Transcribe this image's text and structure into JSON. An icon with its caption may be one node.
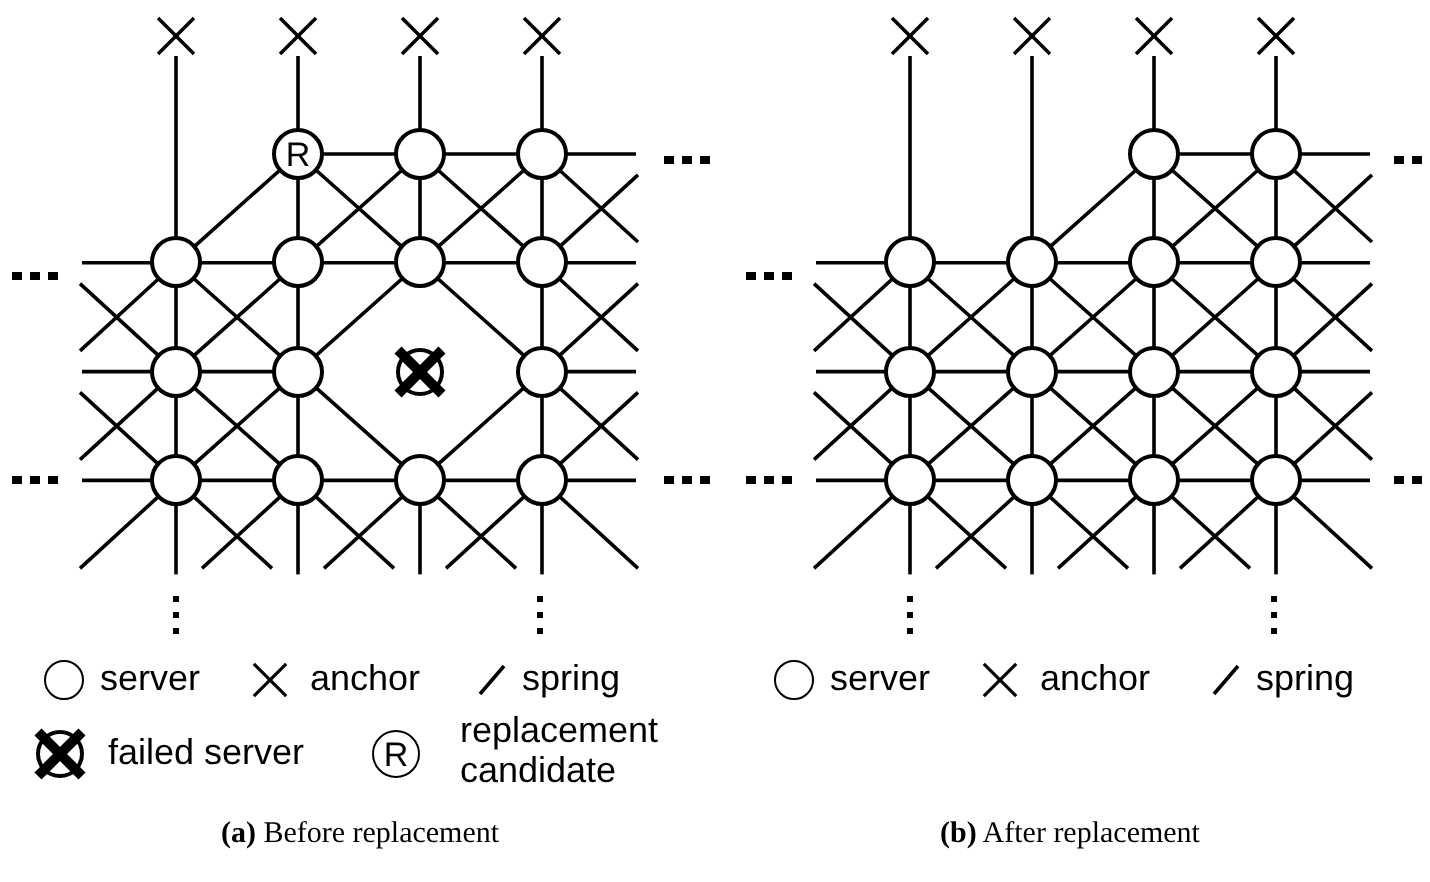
{
  "diagram": {
    "nodes": [
      {
        "text": [],
        "shape": "cross"
      },
      {
        "text": [],
        "shape": "cross"
      },
      {
        "text": [],
        "shape": "cross"
      },
      {
        "text": [],
        "shape": "cross"
      },
      {
        "text": [
          "R"
        ]
      },
      {
        "text": [],
        "shape": "circle"
      },
      {
        "text": [],
        "shape": "circle"
      },
      {
        "text": [],
        "shape": "circle"
      },
      {
        "text": [],
        "shape": "circle"
      },
      {
        "text": [],
        "shape": "circle"
      },
      {
        "text": [],
        "shape": "circle"
      },
      {
        "text": [],
        "shape": "circle"
      },
      {
        "text": [],
        "shape": "circle"
      },
      {
        "text": [],
        "shape": "circle"
      },
      {
        "text": [],
        "shape": "circle"
      },
      {
        "text": [],
        "shape": "circle"
      },
      {
        "text": [],
        "shape": "circle"
      },
      {
        "text": [],
        "shape": "circle"
      },
      {
        "text": [],
        "shape": "circle"
      },
      {
        "text": [],
        "shape": "cross"
      },
      {
        "text": [],
        "shape": "cross"
      },
      {
        "text": [],
        "shape": "cross"
      },
      {
        "text": [],
        "shape": "cross"
      },
      {
        "text": [],
        "shape": "circle"
      },
      {
        "text": [],
        "shape": "circle"
      },
      {
        "text": [],
        "shape": "circle"
      },
      {
        "text": [],
        "shape": "circle"
      },
      {
        "text": [],
        "shape": "circle"
      },
      {
        "text": [],
        "shape": "circle"
      },
      {
        "text": [],
        "shape": "circle"
      },
      {
        "text": [],
        "shape": "circle"
      },
      {
        "text": [],
        "shape": "circle"
      },
      {
        "text": [],
        "shape": "circle"
      },
      {
        "text": [],
        "shape": "circle"
      },
      {
        "text": [],
        "shape": "circle"
      },
      {
        "text": [],
        "shape": "circle"
      },
      {
        "text": [],
        "shape": "circle"
      }
    ],
    "edges": [
      {
        "from": 0,
        "to": 7,
        "arrow": "none"
      },
      {
        "from": 1,
        "to": 4,
        "arrow": "none"
      },
      {
        "from": 2,
        "to": 5,
        "arrow": "none"
      },
      {
        "from": 3,
        "to": 6,
        "arrow": "none"
      },
      {
        "from": 4,
        "to": 5,
        "arrow": "none"
      },
      {
        "from": 5,
        "to": 6,
        "arrow": "none"
      },
      {
        "from": 6,
        "to": null,
        "arrow": "none"
      },
      {
        "from": 4,
        "to": 7,
        "arrow": "none"
      },
      {
        "from": 4,
        "to": 8,
        "arrow": "none"
      },
      {
        "from": 4,
        "to": 9,
        "arrow": "none"
      },
      {
        "from": 5,
        "to": 8,
        "arrow": "none"
      },
      {
        "from": 5,
        "to": 9,
        "arrow": "none"
      },
      {
        "from": 5,
        "to": 10,
        "arrow": "none"
      },
      {
        "from": 6,
        "to": 9,
        "arrow": "none"
      },
      {
        "from": 6,
        "to": 10,
        "arrow": "none"
      },
      {
        "from": 6,
        "to": null,
        "arrow": "none"
      },
      {
        "from": null,
        "to": 10,
        "arrow": "none"
      },
      {
        "from": null,
        "to": 7,
        "arrow": "none"
      },
      {
        "from": 7,
        "to": 8,
        "arrow": "none"
      },
      {
        "from": 8,
        "to": 9,
        "arrow": "none"
      },
      {
        "from": 9,
        "to": 10,
        "arrow": "none"
      },
      {
        "from": 10,
        "to": null,
        "arrow": "none"
      },
      {
        "from": null,
        "to": 11,
        "arrow": "none"
      },
      {
        "from": 7,
        "to": null,
        "arrow": "none"
      },
      {
        "from": 7,
        "to": 11,
        "arrow": "none"
      },
      {
        "from": 7,
        "to": 12,
        "arrow": "none"
      },
      {
        "from": 8,
        "to": 11,
        "arrow": "none"
      },
      {
        "from": 8,
        "to": 12,
        "arrow": "none"
      },
      {
        "from": 9,
        "to": 12,
        "arrow": "none"
      },
      {
        "from": 9,
        "to": 14,
        "arrow": "none"
      },
      {
        "from": 10,
        "to": 14,
        "arrow": "none"
      },
      {
        "from": 10,
        "to": null,
        "arrow": "none"
      },
      {
        "from": null,
        "to": 14,
        "arrow": "none"
      },
      {
        "from": null,
        "to": 11,
        "arrow": "none"
      },
      {
        "from": 11,
        "to": 12,
        "arrow": "none"
      },
      {
        "from": 14,
        "to": null,
        "arrow": "none"
      },
      {
        "from": null,
        "to": 15,
        "arrow": "none"
      },
      {
        "from": 11,
        "to": null,
        "arrow": "none"
      },
      {
        "from": 11,
        "to": 15,
        "arrow": "none"
      },
      {
        "from": 11,
        "to": 16,
        "arrow": "none"
      },
      {
        "from": 12,
        "to": 15,
        "arrow": "none"
      },
      {
        "from": 12,
        "to": 16,
        "arrow": "none"
      },
      {
        "from": 12,
        "to": 17,
        "arrow": "none"
      },
      {
        "from": 14,
        "to": 17,
        "arrow": "none"
      },
      {
        "from": 14,
        "to": 18,
        "arrow": "none"
      },
      {
        "from": 14,
        "to": null,
        "arrow": "none"
      },
      {
        "from": null,
        "to": 18,
        "arrow": "none"
      },
      {
        "from": null,
        "to": 15,
        "arrow": "none"
      },
      {
        "from": 15,
        "to": 16,
        "arrow": "none"
      },
      {
        "from": 16,
        "to": 17,
        "arrow": "none"
      },
      {
        "from": 17,
        "to": 18,
        "arrow": "none"
      },
      {
        "from": 18,
        "to": null,
        "arrow": "none"
      },
      {
        "from": 15,
        "to": null,
        "arrow": "none"
      },
      {
        "from": 15,
        "to": null,
        "arrow": "none"
      },
      {
        "from": 15,
        "to": null,
        "arrow": "none"
      },
      {
        "from": 16,
        "to": null,
        "arrow": "none"
      },
      {
        "from": 16,
        "to": null,
        "arrow": "none"
      },
      {
        "from": 16,
        "to": null,
        "arrow": "none"
      },
      {
        "from": 17,
        "to": null,
        "arrow": "none"
      },
      {
        "from": 17,
        "to": null,
        "arrow": "none"
      },
      {
        "from": 17,
        "to": null,
        "arrow": "none"
      },
      {
        "from": 18,
        "to": null,
        "arrow": "none"
      },
      {
        "from": 18,
        "to": null,
        "arrow": "none"
      },
      {
        "from": 18,
        "to": null,
        "arrow": "none"
      },
      {
        "from": 19,
        "to": 25,
        "arrow": "none"
      },
      {
        "from": 20,
        "to": 26,
        "arrow": "none"
      },
      {
        "from": 21,
        "to": 23,
        "arrow": "none"
      },
      {
        "from": 22,
        "to": 24,
        "arrow": "none"
      },
      {
        "from": 23,
        "to": 24,
        "arrow": "none"
      },
      {
        "from": 24,
        "to": null,
        "arrow": "none"
      },
      {
        "from": 23,
        "to": 26,
        "arrow": "none"
      },
      {
        "from": 23,
        "to": 27,
        "arrow": "none"
      },
      {
        "from": 23,
        "to": 28,
        "arrow": "none"
      },
      {
        "from": 24,
        "to": 27,
        "arrow": "none"
      },
      {
        "from": 24,
        "to": 28,
        "arrow": "none"
      },
      {
        "from": 24,
        "to": null,
        "arrow": "none"
      },
      {
        "from": null,
        "to": 28,
        "arrow": "none"
      },
      {
        "from": null,
        "to": 25,
        "arrow": "none"
      },
      {
        "from": 25,
        "to": 26,
        "arrow": "none"
      },
      {
        "from": 26,
        "to": 27,
        "arrow": "none"
      },
      {
        "from": 27,
        "to": 28,
        "arrow": "none"
      },
      {
        "from": 28,
        "to": null,
        "arrow": "none"
      },
      {
        "from": null,
        "to": 29,
        "arrow": "none"
      },
      {
        "from": 25,
        "to": null,
        "arrow": "none"
      },
      {
        "from": 25,
        "to": 29,
        "arrow": "none"
      },
      {
        "from": 25,
        "to": 30,
        "arrow": "none"
      },
      {
        "from": 26,
        "to": 29,
        "arrow": "none"
      },
      {
        "from": 26,
        "to": 30,
        "arrow": "none"
      },
      {
        "from": 26,
        "to": 31,
        "arrow": "none"
      },
      {
        "from": 27,
        "to": 30,
        "arrow": "none"
      },
      {
        "from": 27,
        "to": 31,
        "arrow": "none"
      },
      {
        "from": 27,
        "to": 32,
        "arrow": "none"
      },
      {
        "from": 28,
        "to": 31,
        "arrow": "none"
      },
      {
        "from": 28,
        "to": 32,
        "arrow": "none"
      },
      {
        "from": 28,
        "to": null,
        "arrow": "none"
      },
      {
        "from": null,
        "to": 32,
        "arrow": "none"
      },
      {
        "from": null,
        "to": 29,
        "arrow": "none"
      },
      {
        "from": 29,
        "to": 30,
        "arrow": "none"
      },
      {
        "from": 30,
        "to": 31,
        "arrow": "none"
      },
      {
        "from": 31,
        "to": 32,
        "arrow": "none"
      },
      {
        "from": 32,
        "to": null,
        "arrow": "none"
      },
      {
        "from": null,
        "to": 33,
        "arrow": "none"
      },
      {
        "from": 29,
        "to": null,
        "arrow": "none"
      },
      {
        "from": 29,
        "to": 33,
        "arrow": "none"
      },
      {
        "from": 29,
        "to": 34,
        "arrow": "none"
      },
      {
        "from": 30,
        "to": 33,
        "arrow": "none"
      },
      {
        "from": 30,
        "to": 34,
        "arrow": "none"
      },
      {
        "from": 30,
        "to": 35,
        "arrow": "none"
      },
      {
        "from": 31,
        "to": 34,
        "arrow": "none"
      },
      {
        "from": 31,
        "to": 35,
        "arrow": "none"
      },
      {
        "from": 31,
        "to": 36,
        "arrow": "none"
      },
      {
        "from": 32,
        "to": 35,
        "arrow": "none"
      },
      {
        "from": 32,
        "to": 36,
        "arrow": "none"
      },
      {
        "from": 32,
        "to": null,
        "arrow": "none"
      },
      {
        "from": null,
        "to": 36,
        "arrow": "none"
      },
      {
        "from": null,
        "to": 33,
        "arrow": "none"
      },
      {
        "from": 33,
        "to": 34,
        "arrow": "none"
      },
      {
        "from": 34,
        "to": 35,
        "arrow": "none"
      },
      {
        "from": 35,
        "to": 36,
        "arrow": "none"
      },
      {
        "from": 36,
        "to": null,
        "arrow": "none"
      },
      {
        "from": 33,
        "to": null,
        "arrow": "none"
      },
      {
        "from": 33,
        "to": null,
        "arrow": "none"
      },
      {
        "from": 33,
        "to": null,
        "arrow": "none"
      },
      {
        "from": 34,
        "to": null,
        "arrow": "none"
      },
      {
        "from": 34,
        "to": null,
        "arrow": "none"
      },
      {
        "from": 34,
        "to": null,
        "arrow": "none"
      },
      {
        "from": 35,
        "to": null,
        "arrow": "none"
      },
      {
        "from": 35,
        "to": null,
        "arrow": "none"
      },
      {
        "from": 35,
        "to": null,
        "arrow": "none"
      },
      {
        "from": 36,
        "to": null,
        "arrow": "none"
      },
      {
        "from": 36,
        "to": null,
        "arrow": "none"
      },
      {
        "from": 36,
        "to": null,
        "arrow": "none"
      }
    ],
    "labels": [
      "R",
      "**(a)** Before replacement",
      "**(b)** After replacement"
    ],
    "legend": [
      {
        "text": "server"
      },
      {
        "text": "anchor"
      },
      {
        "text": "spring"
      },
      {
        "text": "failed server"
      },
      {
        "text": "replacement candidate"
      },
      {
        "text": "server"
      },
      {
        "text": "anchor"
      },
      {
        "text": "spring"
      }
    ]
  }
}
